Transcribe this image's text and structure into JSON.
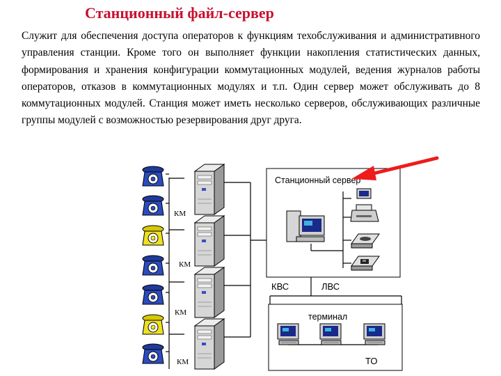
{
  "title": "Станционный файл-сервер",
  "paragraph": "Служит для обеспечения доступа операторов к функциям техобслуживания и административного управления станции. Кроме того он выполняет функции накопления статистических данных, формирования и хранения конфигурации коммутационных модулей, ведения журналов работы операторов, отказов в коммутационных модулях и т.п. Один сервер может обслуживать до 8 коммутационных модулей. Станция может иметь несколько серверов, обслуживающих различные группы модулей с возможностью резервирования друг друга.",
  "diagram": {
    "server_box_label": "Станционный сервер",
    "terminal_box_label": "терминал",
    "kvs_label": "КВС",
    "lvs_label": "ЛВС",
    "to_label": "ТО",
    "km_labels": [
      "КМ",
      "КМ",
      "КМ",
      "КМ"
    ]
  },
  "colors": {
    "title": "#c8102e",
    "arrow": "#ee1c1c",
    "phone_blue": "#1f3a9a",
    "phone_yellow": "#e6d400"
  }
}
